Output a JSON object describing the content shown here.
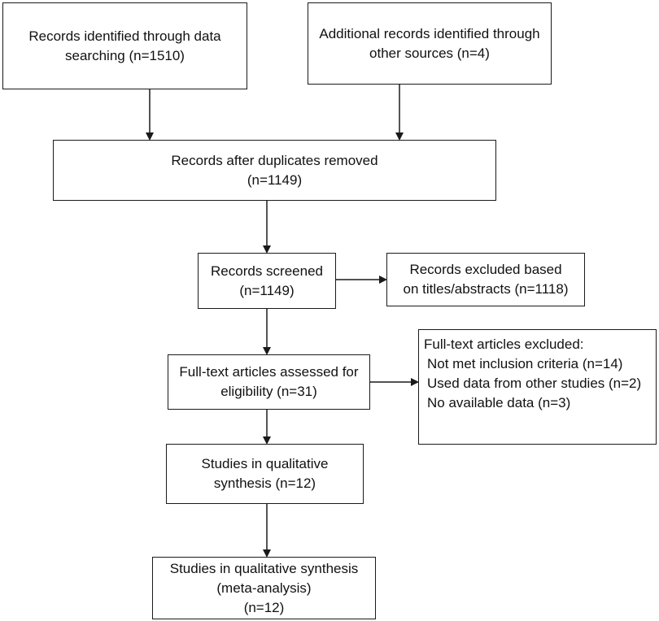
{
  "boxes": {
    "database_search": {
      "lines": [
        "Records identified through data",
        "searching (n=1510)"
      ]
    },
    "other_sources": {
      "lines": [
        "Additional records identified through",
        "other sources (n=4)"
      ]
    },
    "duplicates_removed": {
      "lines": [
        "Records after duplicates removed",
        "(n=1149)"
      ]
    },
    "screened": {
      "lines": [
        "Records screened",
        "(n=1149)"
      ]
    },
    "excluded_titles": {
      "lines": [
        "Records excluded based",
        "on titles/abstracts (n=1118)"
      ]
    },
    "fulltext_assessed": {
      "lines": [
        "Full-text articles assessed for",
        "eligibility (n=31)"
      ]
    },
    "fulltext_excluded": {
      "title": "Full-text articles excluded:",
      "reasons": [
        "Not met inclusion criteria (n=14)",
        "Used data from other studies (n=2)",
        "No available data (n=3)"
      ]
    },
    "qualitative": {
      "lines": [
        "Studies in qualitative",
        "synthesis (n=12)"
      ]
    },
    "meta_analysis": {
      "lines": [
        "Studies in qualitative synthesis",
        "(meta-analysis)",
        "(n=12)"
      ]
    }
  }
}
